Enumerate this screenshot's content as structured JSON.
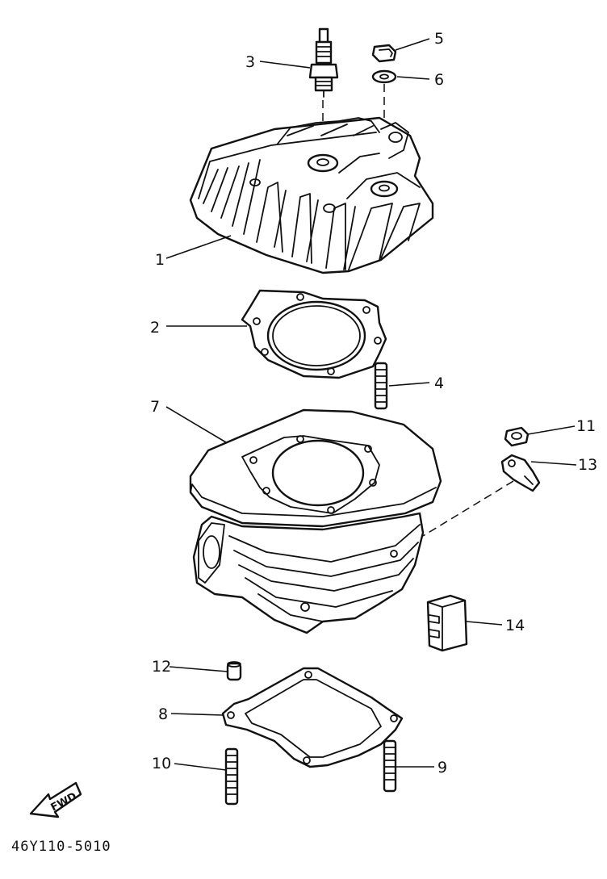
{
  "callouts": [
    {
      "id": "1",
      "label": "1"
    },
    {
      "id": "2",
      "label": "2"
    },
    {
      "id": "3",
      "label": "3"
    },
    {
      "id": "4",
      "label": "4"
    },
    {
      "id": "5",
      "label": "5"
    },
    {
      "id": "6",
      "label": "6"
    },
    {
      "id": "7",
      "label": "7"
    },
    {
      "id": "8",
      "label": "8"
    },
    {
      "id": "9",
      "label": "9"
    },
    {
      "id": "10",
      "label": "10"
    },
    {
      "id": "11",
      "label": "11"
    },
    {
      "id": "12",
      "label": "12"
    },
    {
      "id": "13",
      "label": "13"
    },
    {
      "id": "14",
      "label": "14"
    }
  ],
  "direction_label": "FWD",
  "diagram_code": "46Y110-5010"
}
